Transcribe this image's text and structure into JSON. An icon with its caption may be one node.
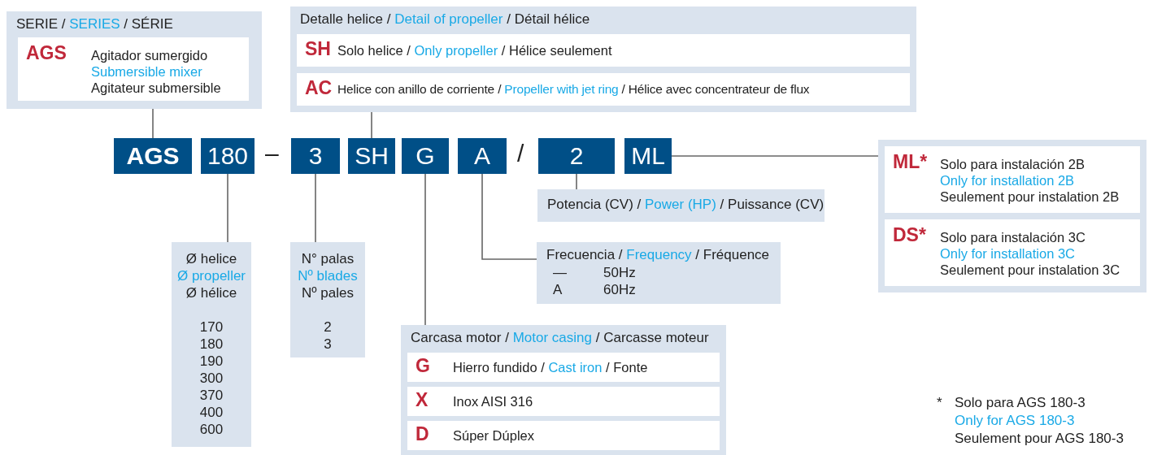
{
  "diagram": {
    "nodes": [
      {
        "text": [
          "SERIE /",
          "SERIES",
          "/ SÉRIE"
        ]
      },
      {
        "text": [
          "AGS",
          "Agitador sumergido",
          "Submersible mixer",
          "Agitateur submersible"
        ],
        "in": 0
      },
      {
        "text": [
          "Detalle helice /",
          "Detail of propeller",
          "/ Détail hélice"
        ]
      },
      {
        "text": [
          "SH",
          "Solo helice /",
          "Only propeller",
          "/ Hélice seulement"
        ],
        "in": 2
      },
      {
        "text": [
          "AC",
          "Helice con anillo de corriente /",
          "Propeller with jet ring",
          "/ Hélice avec concentrateur de flux"
        ],
        "in": 2
      },
      {
        "text": [
          "AGS"
        ]
      },
      {
        "text": [
          "180"
        ]
      },
      {
        "text": [
          "3"
        ]
      },
      {
        "text": [
          "SH"
        ]
      },
      {
        "text": [
          "G"
        ]
      },
      {
        "text": [
          "A"
        ]
      },
      {
        "text": [
          "2"
        ]
      },
      {
        "text": [
          "ML"
        ]
      },
      {
        "text": [
          "Potencia (CV) /",
          "Power (HP)",
          "/ Puissance (CV)"
        ]
      },
      {
        "text": [],
        "shape": "box"
      },
      {
        "text": [
          "ML*",
          "Solo para instalación 2B",
          "Only for installation 2B",
          "Seulement pour instalation 2B"
        ],
        "in": 14
      },
      {
        "text": [
          "DS*",
          "Solo para instalación 3C",
          "Only for installation 3C",
          "Seulement pour instalation 3C"
        ],
        "in": 14
      },
      {
        "text": [
          "Ø helice",
          "Ø propeller",
          "Ø hélice",
          "170",
          "180",
          "190",
          "300",
          "370",
          "400",
          "600"
        ]
      },
      {
        "text": [
          "N° palas",
          "Nº blades",
          "Nº pales",
          "2",
          "3"
        ]
      },
      {
        "text": [
          "Frecuencia /",
          "Frequency",
          "/ Fréquence",
          "—",
          "50Hz",
          "A",
          "60Hz"
        ]
      },
      {
        "text": [
          "Carcasa motor /",
          "Motor casing",
          "/ Carcasse moteur"
        ]
      },
      {
        "text": [
          "G",
          "Hierro fundido /",
          "Cast iron",
          "/ Fonte"
        ],
        "in": 20
      },
      {
        "text": [
          "X",
          "Inox AISI 316"
        ],
        "in": 20
      },
      {
        "text": [
          "D",
          "Súper Dúplex"
        ],
        "in": 20
      }
    ],
    "edges": [
      {
        "from": 5,
        "to": 0,
        "arrow": "none"
      },
      {
        "from": 8,
        "to": 2,
        "arrow": "none"
      },
      {
        "from": 6,
        "to": 17,
        "arrow": "none"
      },
      {
        "from": 7,
        "to": 18,
        "arrow": "none"
      },
      {
        "from": 9,
        "to": 20,
        "arrow": "none"
      },
      {
        "from": 10,
        "to": 19,
        "arrow": "none"
      },
      {
        "from": 11,
        "to": 13,
        "arrow": "none"
      },
      {
        "from": 12,
        "to": 14,
        "arrow": "none"
      }
    ],
    "labels": [
      "–",
      "/",
      "*",
      "Solo para AGS 180-3",
      "Only for AGS 180-3",
      "Seulement pour AGS 180-3"
    ]
  }
}
